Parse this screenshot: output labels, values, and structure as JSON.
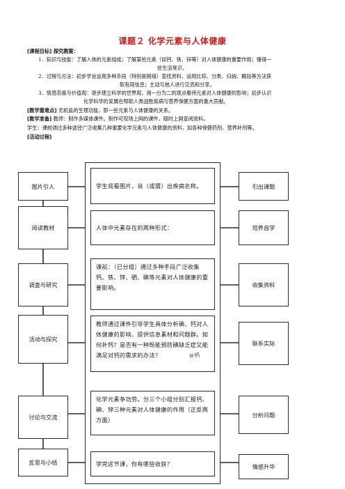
{
  "title": "课题２ 化学元素与人体健康",
  "objectives": {
    "heading": "[课程目标]",
    "heading_extra": "探究教案：",
    "items": [
      {
        "line1": "1．知识与技能：了解人体的元素组成；了解某些元素（如钙、铁、锌等）对人体健康的重要作用；懂得一",
        "line2": "些生活常识。"
      },
      {
        "line1": "2．过程与方法：初步学会运用多种手段（特别是网络）查找资料，运用比较、分类、归纳、概括等方法获",
        "line2": "取有用信息；主动与他人进行交流和分享。"
      },
      {
        "line1": "3．情感态度与价值观：逐步建立科学的世界观，用一分为二的观点看待元素对人体健康的影响；初步认识",
        "line2": "化学科学的发展在帮助人类战胜疾病与营养保健方面的重大贡献。"
      }
    ]
  },
  "key_points": {
    "heading": "[教学重难点]",
    "text": "无机盐的生理功能，即一些元素与人体健康的关系。"
  },
  "preparation": {
    "heading": "[教学准备]",
    "text": "教师：制作多媒体课件。制作可现场上网的课件，随时上网查阅资料。",
    "student": "学生：课前通过多种途径广泛收集几种重要化学元素与人体健康的资料，如各种保健药剂、营养补剂等。"
  },
  "process": {
    "heading": "[活动过程]",
    "rows": [
      {
        "left": "图片引人",
        "middle": "学生观看图片，说（或猜）出疾病名称。",
        "right": "引出课题"
      },
      {
        "left": "阅读教材",
        "middle": "人体中元素存在的两种形式：",
        "right": "培养自学"
      },
      {
        "left": "调查与研究",
        "middle": "课前：（已分组）通过多种手段广泛收集钙、铁、锌、硒、碘等元素对人体健康的重要影响。",
        "right": "收集资料"
      },
      {
        "left": "活动与探究",
        "middle": "教师通过课件引导学生具体分析碘、钙对人体健康的影响，提供信息素材和问题群。如何补钙？是否有一种既能预防碘缺乏症又能满足对钙的需求的办法？",
        "right": "联系实际"
      },
      {
        "left": "讨论与交流",
        "middle": "化学元素争功劳。分三个小组分别汇报钙、碘、锌三种元素对人体健康的作用（正反两方面）",
        "right": "分析问题"
      },
      {
        "left": "反思与小结",
        "middle": "学完这节课，你有哪些收获？",
        "right": "情感升华"
      }
    ],
    "overlay_note": "补钙"
  }
}
